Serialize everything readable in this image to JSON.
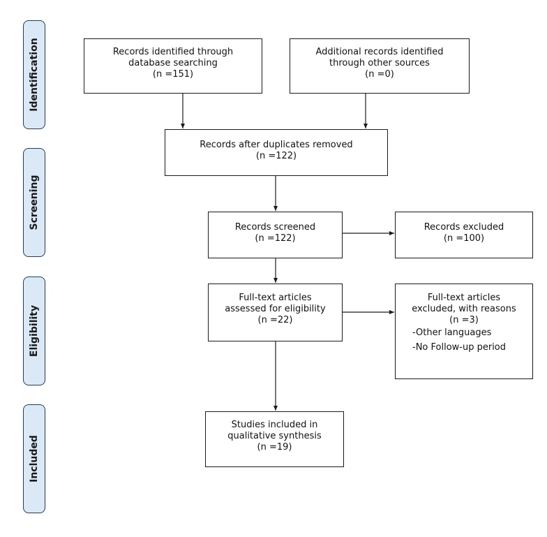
{
  "phases": {
    "identification": "Identification",
    "screening": "Screening",
    "eligibility": "Eligibility",
    "included": "Included"
  },
  "boxes": {
    "database_records": [
      "Records identified through",
      "database searching",
      "(n =151)"
    ],
    "other_records": [
      "Additional records identified",
      "through other sources",
      "(n =0)"
    ],
    "after_duplicates": [
      "Records after duplicates removed",
      "(n =122)"
    ],
    "screened": [
      "Records screened",
      "(n =122)"
    ],
    "excluded": [
      "Records excluded",
      "(n =100)"
    ],
    "fulltext_assessed": [
      "Full-text articles",
      "assessed for eligibility",
      "(n =22)"
    ],
    "fulltext_excluded": {
      "lines": [
        "Full-text articles",
        "excluded, with reasons",
        "(n =3)"
      ],
      "reasons": [
        "-Other languages",
        "-No Follow-up period"
      ]
    },
    "included_studies": [
      "Studies included in",
      "qualitative synthesis",
      "(n =19)"
    ]
  },
  "colors": {
    "phase_fill": "#dbe8f6",
    "phase_border": "#1f3c64",
    "box_border": "#1a1a1a"
  }
}
